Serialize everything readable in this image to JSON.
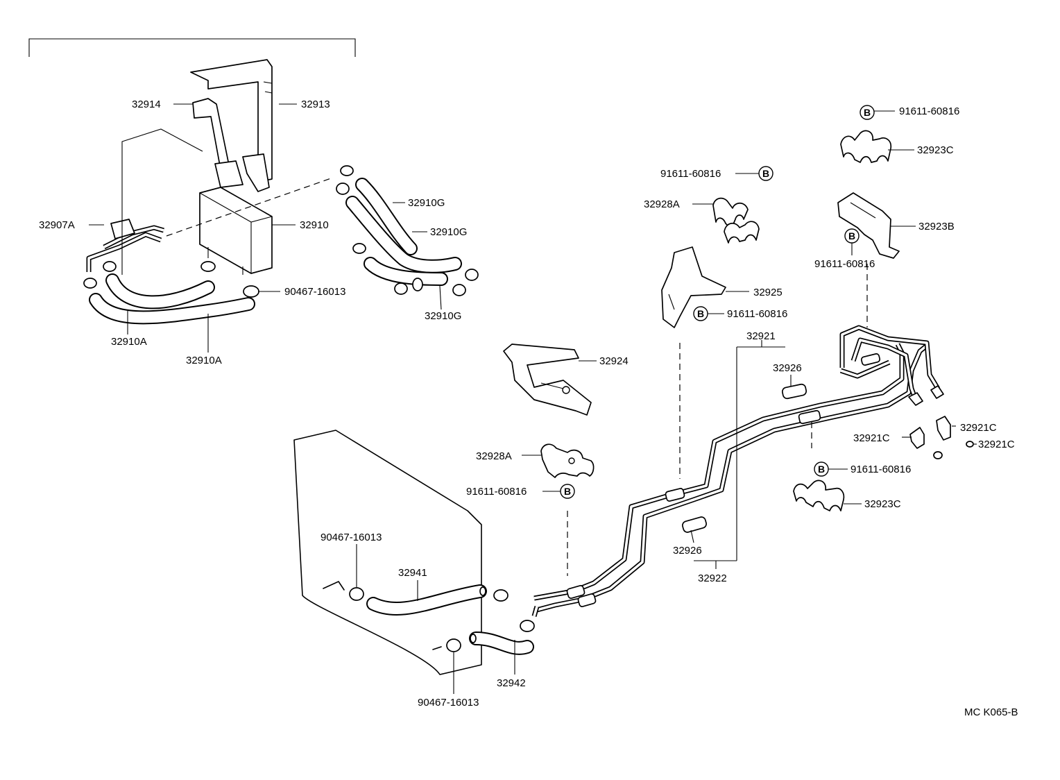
{
  "labels": {
    "p32914": "32914",
    "p32913": "32913",
    "p32910g_1": "32910G",
    "p32910g_2": "32910G",
    "p32910g_3": "32910G",
    "p32907a": "32907A",
    "p32910": "32910",
    "p90467_top": "90467-16013",
    "p32910a_1": "32910A",
    "p32910a_2": "32910A",
    "p91611_tr1": "91611-60816",
    "p32923c_1": "32923C",
    "p91611_mid": "91611-60816",
    "p32928a_1": "32928A",
    "p32923b": "32923B",
    "p91611_tr2": "91611-60816",
    "p32925": "32925",
    "p91611_brk": "91611-60816",
    "p32921": "32921",
    "p32924": "32924",
    "p32926_1": "32926",
    "p32921c_1": "32921C",
    "p32921c_2": "32921C",
    "p32921c_3": "32921C",
    "p32928a_2": "32928A",
    "p91611_r": "91611-60816",
    "p91611_l": "91611-60816",
    "p32923c_2": "32923C",
    "p90467_mid": "90467-16013",
    "p32941": "32941",
    "p32926_2": "32926",
    "p32922": "32922",
    "p32942": "32942",
    "p90467_bot": "90467-16013",
    "code": "MC K065-B"
  },
  "bolt_mark": "B",
  "icons": [
    "bolt-callout-icon",
    "hose-clamp-icon",
    "cooler-unit-icon",
    "pipe-clamp-icon"
  ]
}
